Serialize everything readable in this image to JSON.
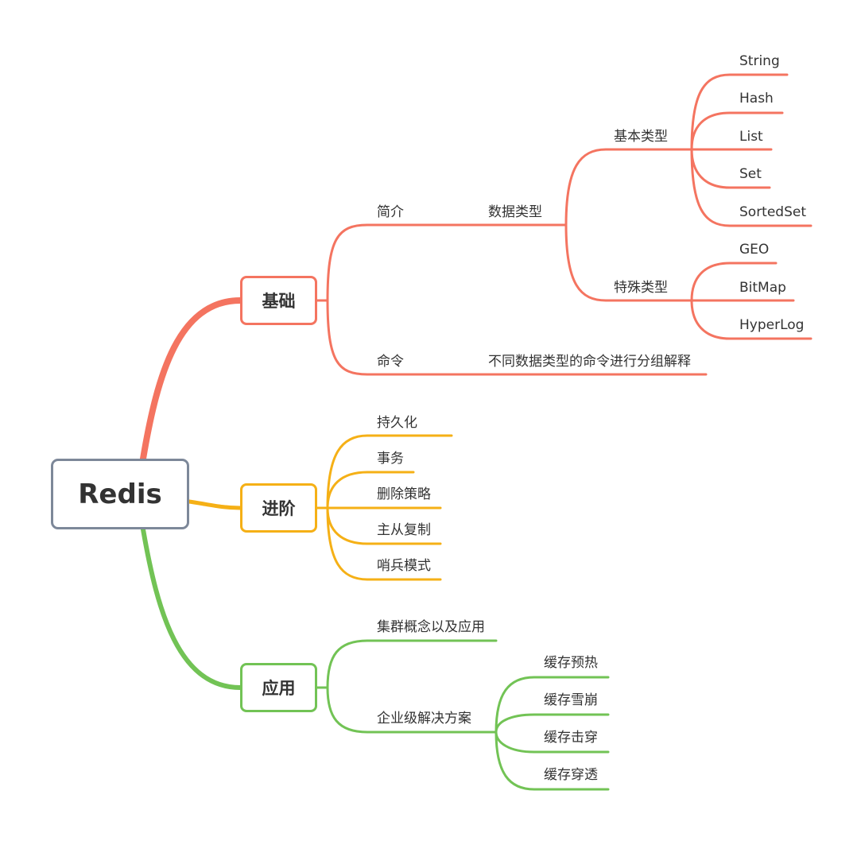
{
  "colors": {
    "basic": "#f47460",
    "advanced": "#f5b016",
    "app": "#72c355",
    "root": "#7d8899",
    "text": "#333333"
  },
  "root": {
    "label": "Redis"
  },
  "basic": {
    "label": "基础",
    "intro": {
      "label": "简介",
      "datatype": {
        "label": "数据类型",
        "basic_types": {
          "label": "基本类型",
          "items": [
            "String",
            "Hash",
            "List",
            "Set",
            "SortedSet"
          ]
        },
        "special_types": {
          "label": "特殊类型",
          "items": [
            "GEO",
            "BitMap",
            "HyperLog"
          ]
        }
      }
    },
    "command": {
      "label": "命令",
      "detail": "不同数据类型的命令进行分组解释"
    }
  },
  "advanced": {
    "label": "进阶",
    "items": [
      "持久化",
      "事务",
      "删除策略",
      "主从复制",
      "哨兵模式"
    ]
  },
  "app": {
    "label": "应用",
    "cluster": {
      "label": "集群概念以及应用"
    },
    "enterprise": {
      "label": "企业级解决方案",
      "items": [
        "缓存预热",
        "缓存雪崩",
        "缓存击穿",
        "缓存穿透"
      ]
    }
  }
}
